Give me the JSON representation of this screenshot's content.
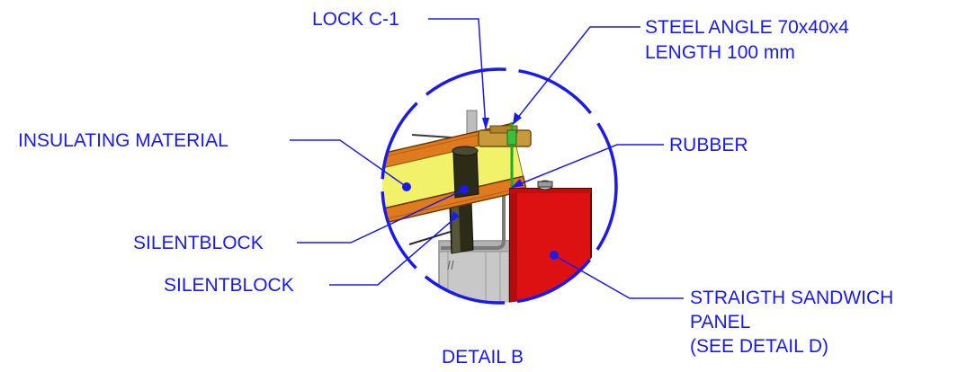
{
  "colors": {
    "label_text": "#1818ff",
    "leader_line": "#1a1aee",
    "detail_circle": "#1a1aee",
    "insulation_fill": "#f2f26a",
    "insulation_face": "#e07a1e",
    "panel_red": "#dd1111",
    "support_grey": "#c8c8c8",
    "silentblock_dark": "#2b2b16",
    "green_bolt": "#22aa22"
  },
  "labels": {
    "lock": "LOCK C-1",
    "steel_angle_line1": "STEEL ANGLE 70x40x4",
    "steel_angle_line2": "LENGTH 100 mm",
    "insulating_material": "INSULATING MATERIAL",
    "rubber": "RUBBER",
    "silentblock_upper": "SILENTBLOCK",
    "silentblock_lower": "SILENTBLOCK",
    "panel_line1": "STRAIGTH SANDWICH",
    "panel_line2": "PANEL",
    "panel_line3": "(SEE DETAIL D)",
    "detail_caption": "DETAIL B"
  }
}
